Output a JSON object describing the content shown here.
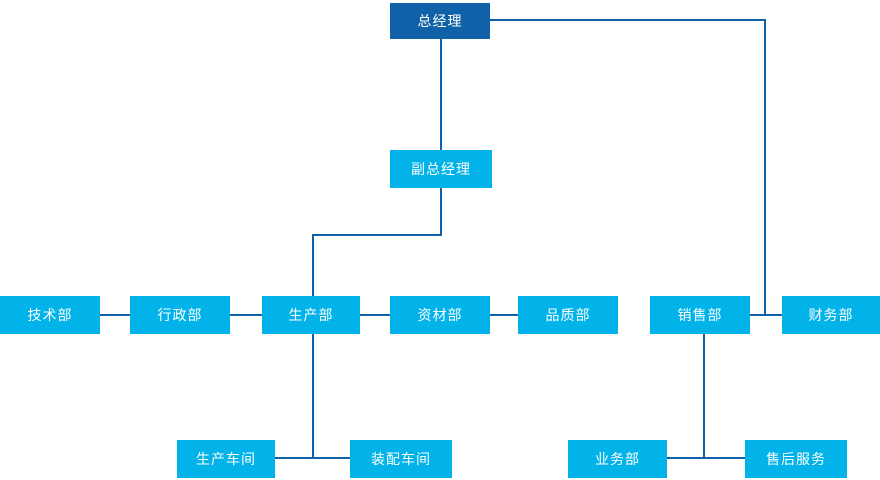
{
  "colors": {
    "root_box": "#1062a8",
    "node_box": "#02b3e9",
    "line": "#1062a8",
    "text": "#ffffff",
    "background": "#ffffff"
  },
  "chart": {
    "root": {
      "label": "总经理"
    },
    "deputy": {
      "label": "副总经理"
    },
    "departments": [
      {
        "label": "技术部"
      },
      {
        "label": "行政部"
      },
      {
        "label": "生产部"
      },
      {
        "label": "资材部"
      },
      {
        "label": "品质部"
      },
      {
        "label": "销售部"
      },
      {
        "label": "财务部"
      }
    ],
    "production_workshops": [
      {
        "label": "生产车间"
      },
      {
        "label": "装配车间"
      }
    ],
    "sales_subunits": [
      {
        "label": "业务部"
      },
      {
        "label": "售后服务"
      }
    ],
    "edges": [
      {
        "from": "总经理",
        "to": "副总经理"
      },
      {
        "from": "总经理",
        "to": "销售部"
      },
      {
        "from": "总经理",
        "to": "财务部"
      },
      {
        "from": "副总经理",
        "to": "生产部"
      },
      {
        "from": "技术部",
        "to": "行政部"
      },
      {
        "from": "行政部",
        "to": "生产部"
      },
      {
        "from": "生产部",
        "to": "资材部"
      },
      {
        "from": "资材部",
        "to": "品质部"
      },
      {
        "from": "销售部",
        "to": "财务部"
      },
      {
        "from": "生产部",
        "to": "生产车间"
      },
      {
        "from": "生产部",
        "to": "装配车间"
      },
      {
        "from": "销售部",
        "to": "业务部"
      },
      {
        "from": "销售部",
        "to": "售后服务"
      }
    ]
  }
}
